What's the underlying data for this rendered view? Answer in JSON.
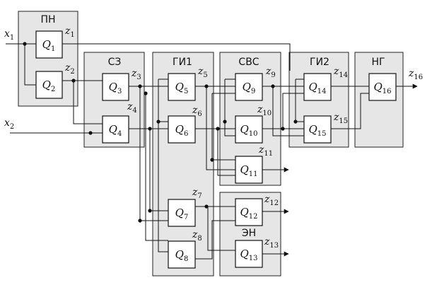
{
  "groups": {
    "pn": "ПН",
    "sz": "СЗ",
    "gi1": "ГИ1",
    "svs": "СВС",
    "gi2": "ГИ2",
    "ng": "НГ",
    "en": "ЭН"
  },
  "blocks": {
    "q1": {
      "letter": "Q",
      "index": "1"
    },
    "q2": {
      "letter": "Q",
      "index": "2"
    },
    "q3": {
      "letter": "Q",
      "index": "3"
    },
    "q4": {
      "letter": "Q",
      "index": "4"
    },
    "q5": {
      "letter": "Q",
      "index": "5"
    },
    "q6": {
      "letter": "Q",
      "index": "6"
    },
    "q7": {
      "letter": "Q",
      "index": "7"
    },
    "q8": {
      "letter": "Q",
      "index": "8"
    },
    "q9": {
      "letter": "Q",
      "index": "9"
    },
    "q10": {
      "letter": "Q",
      "index": "10"
    },
    "q11": {
      "letter": "Q",
      "index": "11"
    },
    "q12": {
      "letter": "Q",
      "index": "12"
    },
    "q13": {
      "letter": "Q",
      "index": "13"
    },
    "q14": {
      "letter": "Q",
      "index": "14"
    },
    "q15": {
      "letter": "Q",
      "index": "15"
    },
    "q16": {
      "letter": "Q",
      "index": "16"
    }
  },
  "signals": {
    "x1": {
      "letter": "x",
      "index": "1"
    },
    "x2": {
      "letter": "x",
      "index": "2"
    },
    "z1": {
      "letter": "z",
      "index": "1"
    },
    "z2": {
      "letter": "z",
      "index": "2"
    },
    "z3": {
      "letter": "z",
      "index": "3"
    },
    "z4": {
      "letter": "z",
      "index": "4"
    },
    "z5": {
      "letter": "z",
      "index": "5"
    },
    "z6": {
      "letter": "z",
      "index": "6"
    },
    "z7": {
      "letter": "z",
      "index": "7"
    },
    "z8": {
      "letter": "z",
      "index": "8"
    },
    "z9": {
      "letter": "z",
      "index": "9"
    },
    "z10": {
      "letter": "z",
      "index": "10"
    },
    "z11": {
      "letter": "z",
      "index": "11"
    },
    "z12": {
      "letter": "z",
      "index": "12"
    },
    "z13": {
      "letter": "z",
      "index": "13"
    },
    "z14": {
      "letter": "z",
      "index": "14"
    },
    "z15": {
      "letter": "z",
      "index": "15"
    },
    "z16": {
      "letter": "z",
      "index": "16"
    }
  }
}
